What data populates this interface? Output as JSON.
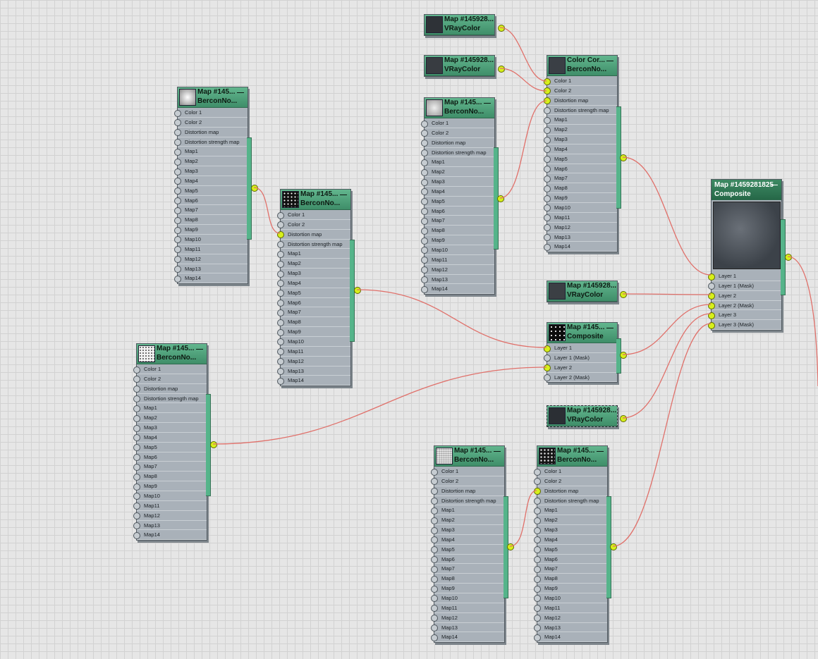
{
  "slot_labels": {
    "color1": "Color 1",
    "color2": "Color 2",
    "distortion": "Distortion map",
    "distortion_strength": "Distortion strength map",
    "maps": [
      "Map1",
      "Map2",
      "Map3",
      "Map4",
      "Map5",
      "Map6",
      "Map7",
      "Map8",
      "Map9",
      "Map10",
      "Map11",
      "Map12",
      "Map13",
      "Map14"
    ]
  },
  "nodes": {
    "vray_color_a": {
      "title": "Map #145928...",
      "type": "VRayColor",
      "icon": "color-swatch"
    },
    "vray_color_b": {
      "title": "Map #145928...",
      "type": "VRayColor",
      "icon": "color-swatch"
    },
    "bercon_center_top": {
      "title": "Map #145...",
      "type": "BerconNo...",
      "icon": "noise-thumbnail"
    },
    "color_correct": {
      "title": "Color Cor...",
      "type": "BerconNo...",
      "icon": "color-swatch"
    },
    "bercon_left_top": {
      "title": "Map #145...",
      "type": "BerconNo...",
      "icon": "noise-thumbnail"
    },
    "bercon_mid": {
      "title": "Map #145...",
      "type": "BerconNo...",
      "icon": "noise-thumbnail"
    },
    "bercon_left_bottom": {
      "title": "Map #145...",
      "type": "BerconNo...",
      "icon": "noise-thumbnail"
    },
    "composite_main": {
      "title": "Map #1459281825",
      "type": "Composite",
      "slots": [
        "Layer 1",
        "Layer 1 (Mask)",
        "Layer 2",
        "Layer 2 (Mask)",
        "Layer 3",
        "Layer 3 (Mask)"
      ]
    },
    "vray_color_c": {
      "title": "Map #145928...",
      "type": "VRayColor",
      "icon": "color-swatch"
    },
    "composite_small": {
      "title": "Map #145...",
      "type": "Composite",
      "slots": [
        "Layer 1",
        "Layer 1 (Mask)",
        "Layer 2",
        "Layer 2 (Mask)"
      ]
    },
    "vray_color_d": {
      "title": "Map #145928...",
      "type": "VRayColor",
      "icon": "color-swatch"
    },
    "bercon_bottom_a": {
      "title": "Map #145...",
      "type": "BerconNo...",
      "icon": "noise-thumbnail"
    },
    "bercon_bottom_b": {
      "title": "Map #145...",
      "type": "BerconNo...",
      "icon": "noise-thumbnail"
    }
  },
  "minimize_glyph": "—",
  "colors": {
    "header_green": "#4fa57c",
    "header_dark_green": "#2f7a55",
    "node_body": "#a9b1b9",
    "wire": "#e0706a",
    "active_port": "#d7f01a",
    "grid": "#d2d2d2"
  }
}
